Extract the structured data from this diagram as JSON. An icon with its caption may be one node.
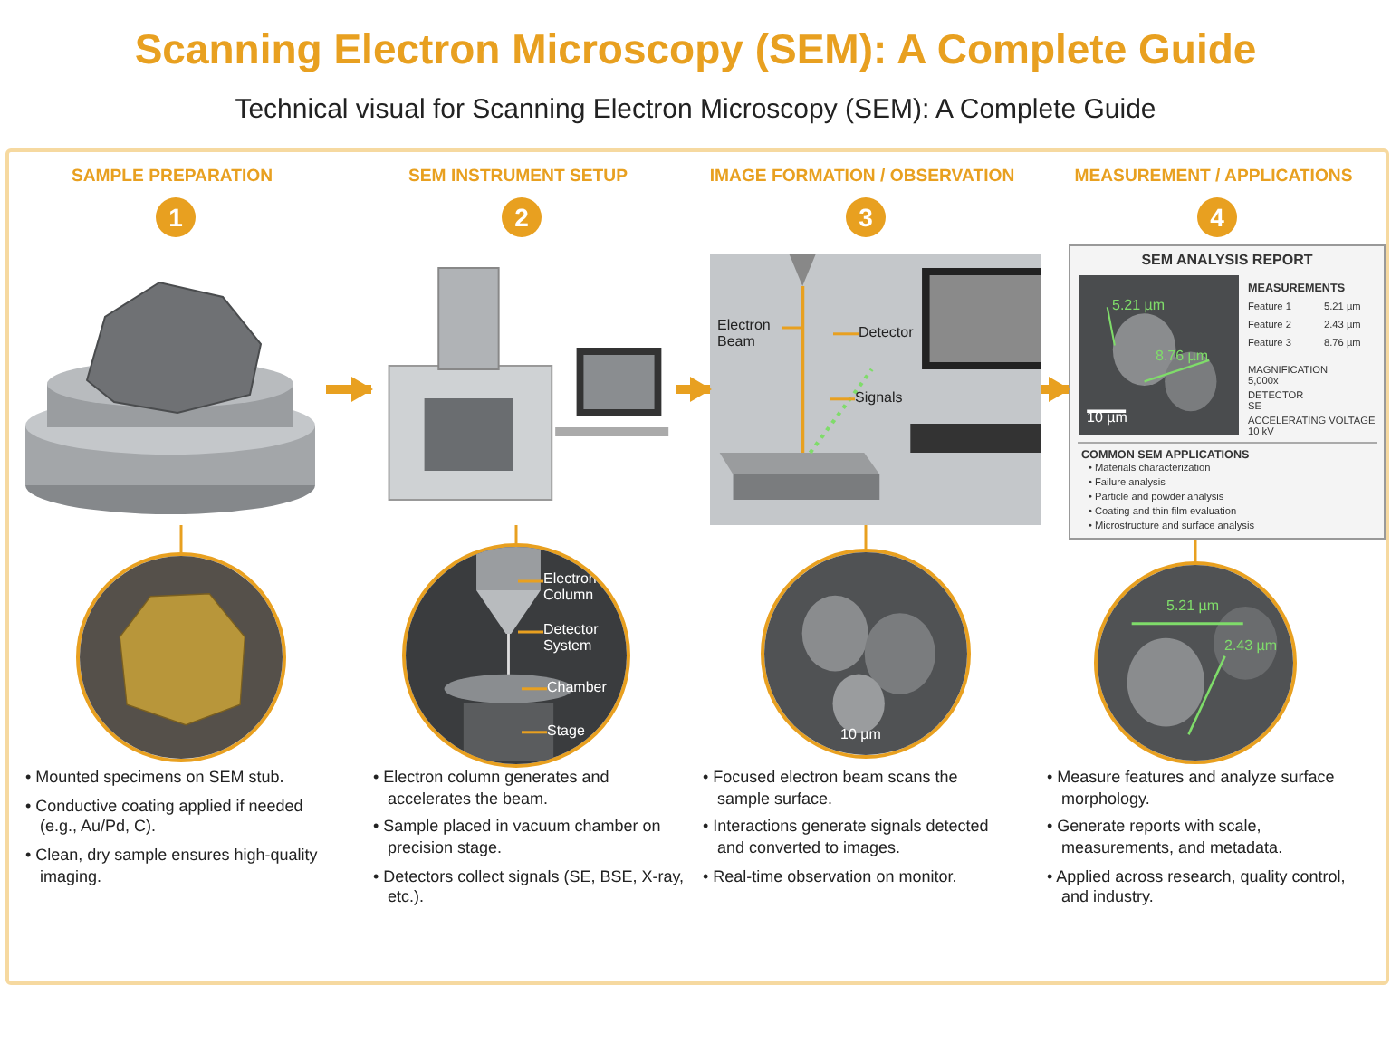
{
  "diagram": {
    "title": "Scanning Electron Microscopy (SEM): A Complete Guide",
    "nodes": [
      {
        "text": [],
        "shape": "picture"
      },
      {
        "text": [],
        "shape": "picture"
      },
      {
        "text": [],
        "shape": "picture"
      },
      {
        "text": [],
        "shape": "picture"
      },
      {
        "text": [
          "Electron Column"
        ],
        "in": 3
      },
      {
        "text": [
          "Detector System"
        ],
        "in": 3
      },
      {
        "text": [
          "Chamber"
        ],
        "in": 3
      },
      {
        "text": [
          "Stage"
        ],
        "in": 3
      },
      {
        "text": [],
        "shape": "picture"
      },
      {
        "text": [
          "Electron Beam"
        ],
        "in": 8
      },
      {
        "text": [
          "Detector"
        ],
        "in": 8
      },
      {
        "text": [
          "Signals"
        ],
        "in": 8
      },
      {
        "text": [
          "10 µm"
        ]
      },
      {
        "text": [
          "SEM ANALYSIS REPORT",
          "MEASUREMENTS",
          "Feature 1",
          "5.21 µm",
          "Feature 2",
          "2.43 µm",
          "Feature 3",
          "8.76 µm",
          "MAGNIFICATION",
          "5,000x",
          "DETECTOR",
          "SE",
          "ACCELERATING VOLTAGE",
          "10 kV",
          "COMMON SEM APPLICATIONS",
          "• Materials characterization",
          "• Failure analysis",
          "• Particle and powder analysis",
          "• Coating and thin film evaluation",
          "• Microstructure and surface analysis"
        ]
      },
      {
        "text": [
          "5.21 µm",
          "8.76 µm",
          "10 µm"
        ],
        "in": 13
      },
      {
        "text": [
          "5.21 µm",
          "2.43 µm"
        ]
      }
    ],
    "edges": [
      {
        "from": 0,
        "to": 2,
        "arrow": "to",
        "style": "thick"
      },
      {
        "from": 2,
        "to": 8,
        "arrow": "to",
        "style": "thick"
      },
      {
        "from": 8,
        "to": 13,
        "arrow": "to",
        "style": "thick"
      },
      {
        "from": 0,
        "to": 1,
        "arrow": "none"
      },
      {
        "from": 2,
        "to": 3,
        "arrow": "none"
      },
      {
        "from": 8,
        "to": 12,
        "arrow": "none"
      },
      {
        "from": 13,
        "to": 15,
        "arrow": "none"
      },
      {
        "from": 4,
        "to": null,
        "arrow": "none"
      },
      {
        "from": 5,
        "to": null,
        "arrow": "none"
      },
      {
        "from": 6,
        "to": null,
        "arrow": "none"
      },
      {
        "from": 7,
        "to": null,
        "arrow": "none"
      },
      {
        "from": 9,
        "to": null,
        "arrow": "none"
      },
      {
        "from": 10,
        "to": null,
        "arrow": "none"
      },
      {
        "from": 11,
        "to": null,
        "arrow": "none"
      }
    ],
    "labels": [
      "Technical visual for Scanning Electron Microscopy (SEM): A Complete Guide",
      "SAMPLE PREPARATION",
      "SEM INSTRUMENT SETUP",
      "IMAGE FORMATION / OBSERVATION",
      "MEASUREMENT / APPLICATIONS",
      "1",
      "2",
      "3",
      "4",
      "• Mounted specimens on SEM stub.",
      "• Conductive coating applied if needed (e.g., Au/Pd, C).",
      "• Clean, dry sample ensures high-quality imaging.",
      "• Electron column generates and accelerates the beam.",
      "• Sample placed in vacuum chamber on precision stage.",
      "• Detectors collect signals (SE, BSE, X-ray, etc.).",
      "• Focused electron beam scans the sample surface.",
      "• Interactions generate signals detected and converted to images.",
      "• Real-time observation on monitor.",
      "• Measure features and analyze surface morphology.",
      "• Generate reports with scale, measurements, and metadata.",
      "• Applied across research, quality control, and industry."
    ]
  }
}
